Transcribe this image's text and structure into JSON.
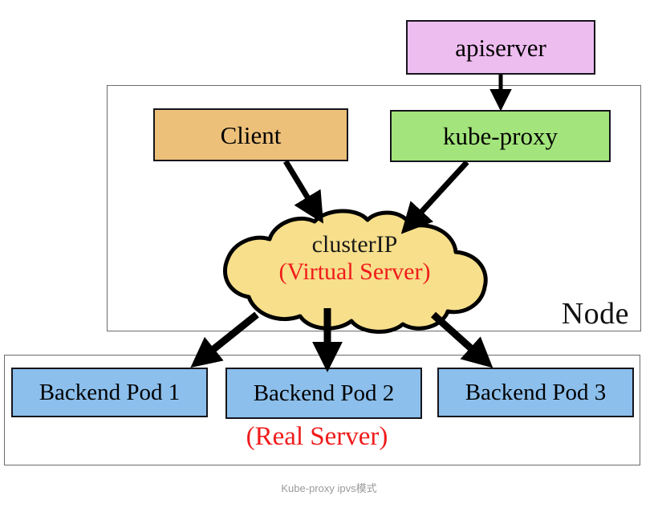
{
  "diagram": {
    "title_caption": "Kube-proxy ipvs模式",
    "node_container": {
      "label": "Node"
    },
    "boxes": [
      {
        "id": "apiserver",
        "label": "apiserver",
        "color": "#eebdf0"
      },
      {
        "id": "client",
        "label": "Client",
        "color": "#edc07a"
      },
      {
        "id": "kube-proxy",
        "label": "kube-proxy",
        "color": "#a3e57c"
      }
    ],
    "cloud": {
      "line1": "clusterIP",
      "line2": "(Virtual Server)",
      "fill": "#f7df8b",
      "line1_color": "#1a1a1a",
      "line2_color": "#f01b1b"
    },
    "pods": [
      {
        "id": "pod-1",
        "label": "Backend Pod 1",
        "color": "#8cbfec"
      },
      {
        "id": "pod-2",
        "label": "Backend Pod 2",
        "color": "#8cbfec"
      },
      {
        "id": "pod-3",
        "label": "Backend Pod 3",
        "color": "#8cbfec"
      }
    ],
    "pods_caption": {
      "label": "(Real Server)",
      "color": "#f01b1b"
    },
    "edges": [
      {
        "from": "apiserver",
        "to": "kube-proxy"
      },
      {
        "from": "client",
        "to": "clusterIP"
      },
      {
        "from": "kube-proxy",
        "to": "clusterIP"
      },
      {
        "from": "clusterIP",
        "to": "pod-1"
      },
      {
        "from": "clusterIP",
        "to": "pod-2"
      },
      {
        "from": "clusterIP",
        "to": "pod-3"
      }
    ]
  }
}
